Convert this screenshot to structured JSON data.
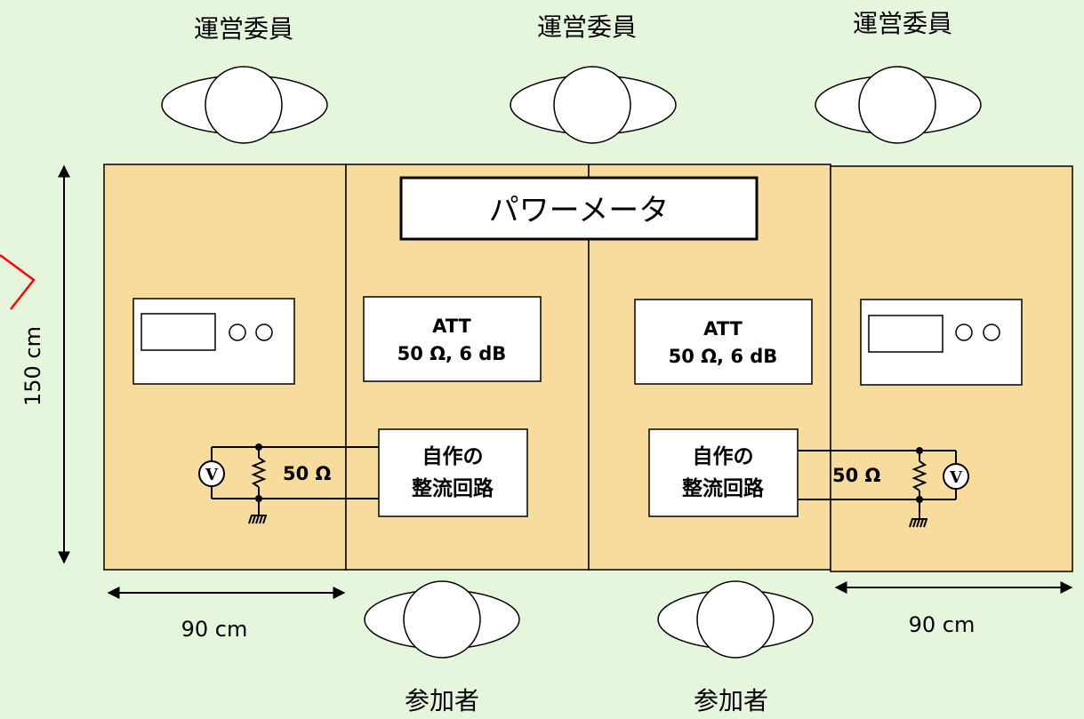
{
  "colors": {
    "background": "#E6F6DC",
    "table_fill": "#F8DC9E",
    "box_fill": "#FFFFFF",
    "stroke": "#000000",
    "marker": "#FF0000"
  },
  "labels": {
    "staff": [
      "運営委員",
      "運営委員",
      "運営委員"
    ],
    "participants": [
      "参加者",
      "参加者"
    ],
    "power_meter": "パワーメータ",
    "att_left": {
      "line1": "ATT",
      "line2": "50 Ω, 6 dB"
    },
    "att_right": {
      "line1": "ATT",
      "line2": "50 Ω, 6 dB"
    },
    "rectifier_left": {
      "line1": "自作の",
      "line2": "整流回路"
    },
    "rectifier_right": {
      "line1": "自作の",
      "line2": "整流回路"
    },
    "resistor_left": "50 Ω",
    "resistor_right": "50 Ω",
    "voltmeter_left": "V",
    "voltmeter_right": "V",
    "dim_height": "150 cm",
    "dim_width_left": "90 cm",
    "dim_width_right": "90 cm"
  },
  "icons": {
    "person": "person-topdown-icon",
    "oscilloscope": "oscilloscope-icon",
    "ground": "ground-icon",
    "resistor": "resistor-icon",
    "voltmeter": "voltmeter-icon",
    "marker": "red-chevron-marker"
  }
}
